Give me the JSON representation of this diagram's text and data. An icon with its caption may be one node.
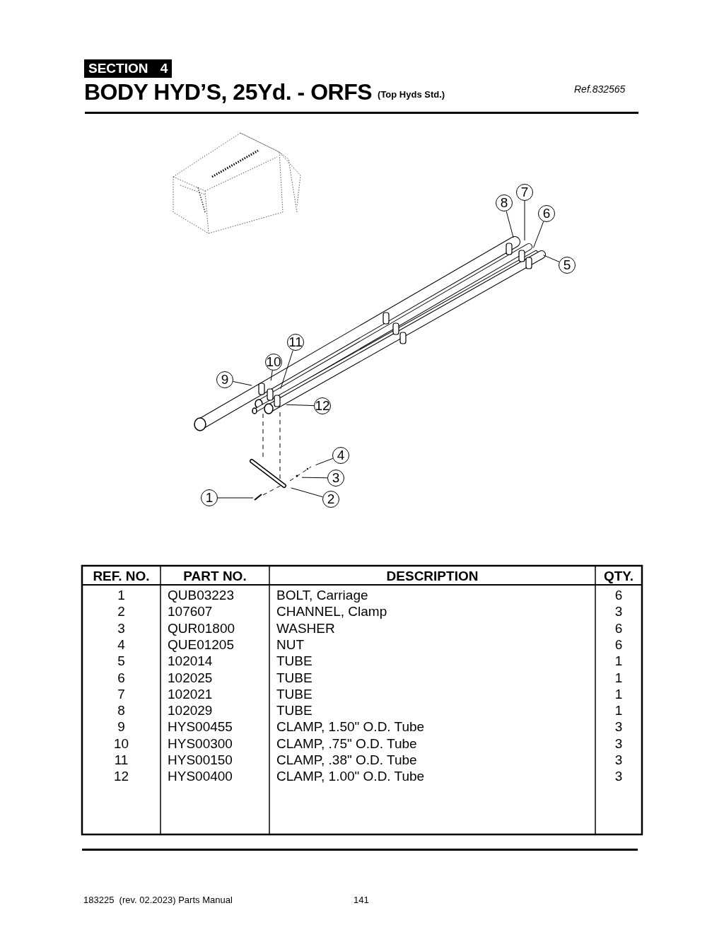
{
  "diagram": {
    "title": "BODY HYD’S, 25Yd. - ORFS",
    "nodes": [
      {
        "text": [
          "1"
        ]
      },
      {
        "text": [
          "2"
        ]
      },
      {
        "text": [
          "3"
        ]
      },
      {
        "text": [
          "4"
        ]
      },
      {
        "text": [
          "5"
        ]
      },
      {
        "text": [
          "6"
        ]
      },
      {
        "text": [
          "7"
        ]
      },
      {
        "text": [
          "8"
        ]
      },
      {
        "text": [
          "9"
        ]
      },
      {
        "text": [
          "10"
        ]
      },
      {
        "text": [
          "11"
        ]
      },
      {
        "text": [
          "12"
        ]
      }
    ],
    "edges": [
      {
        "from": 0,
        "to": null,
        "arrow": "none"
      },
      {
        "from": 1,
        "to": null,
        "arrow": "none"
      },
      {
        "from": 2,
        "to": null,
        "arrow": "none"
      },
      {
        "from": 3,
        "to": null,
        "arrow": "none"
      },
      {
        "from": 4,
        "to": null,
        "arrow": "none"
      },
      {
        "from": 5,
        "to": null,
        "arrow": "none"
      },
      {
        "from": 6,
        "to": null,
        "arrow": "none"
      },
      {
        "from": 7,
        "to": null,
        "arrow": "none"
      },
      {
        "from": 8,
        "to": null,
        "arrow": "none"
      },
      {
        "from": 9,
        "to": null,
        "arrow": "none"
      },
      {
        "from": 10,
        "to": null,
        "arrow": "none"
      },
      {
        "from": 11,
        "to": null,
        "arrow": "none"
      }
    ],
    "labels": [
      "SECTION 4",
      "(Top Hyds Std.)",
      "Ref.832565",
      "REF. NO.",
      "PART NO.",
      "DESCRIPTION",
      "QTY.",
      "1",
      "QUB03223",
      "BOLT, Carriage",
      "6",
      "2",
      "107607",
      "CHANNEL, Clamp",
      "3",
      "3",
      "QUR01800",
      "WASHER",
      "6",
      "4",
      "QUE01205",
      "NUT",
      "6",
      "5",
      "102014",
      "TUBE",
      "1",
      "6",
      "102025",
      "TUBE",
      "1",
      "7",
      "102021",
      "TUBE",
      "1",
      "8",
      "102029",
      "TUBE",
      "1",
      "9",
      "HYS00455",
      "CLAMP, 1.50\" O.D. Tube",
      "3",
      "10",
      "HYS00300",
      "CLAMP, .75\" O.D. Tube",
      "3",
      "11",
      "HYS00150",
      "CLAMP, .38\" O.D. Tube",
      "3",
      "12",
      "HYS00400",
      "CLAMP, 1.00\" O.D. Tube",
      "3",
      "183225  (rev. 02.2023) Parts Manual",
      "141"
    ]
  }
}
